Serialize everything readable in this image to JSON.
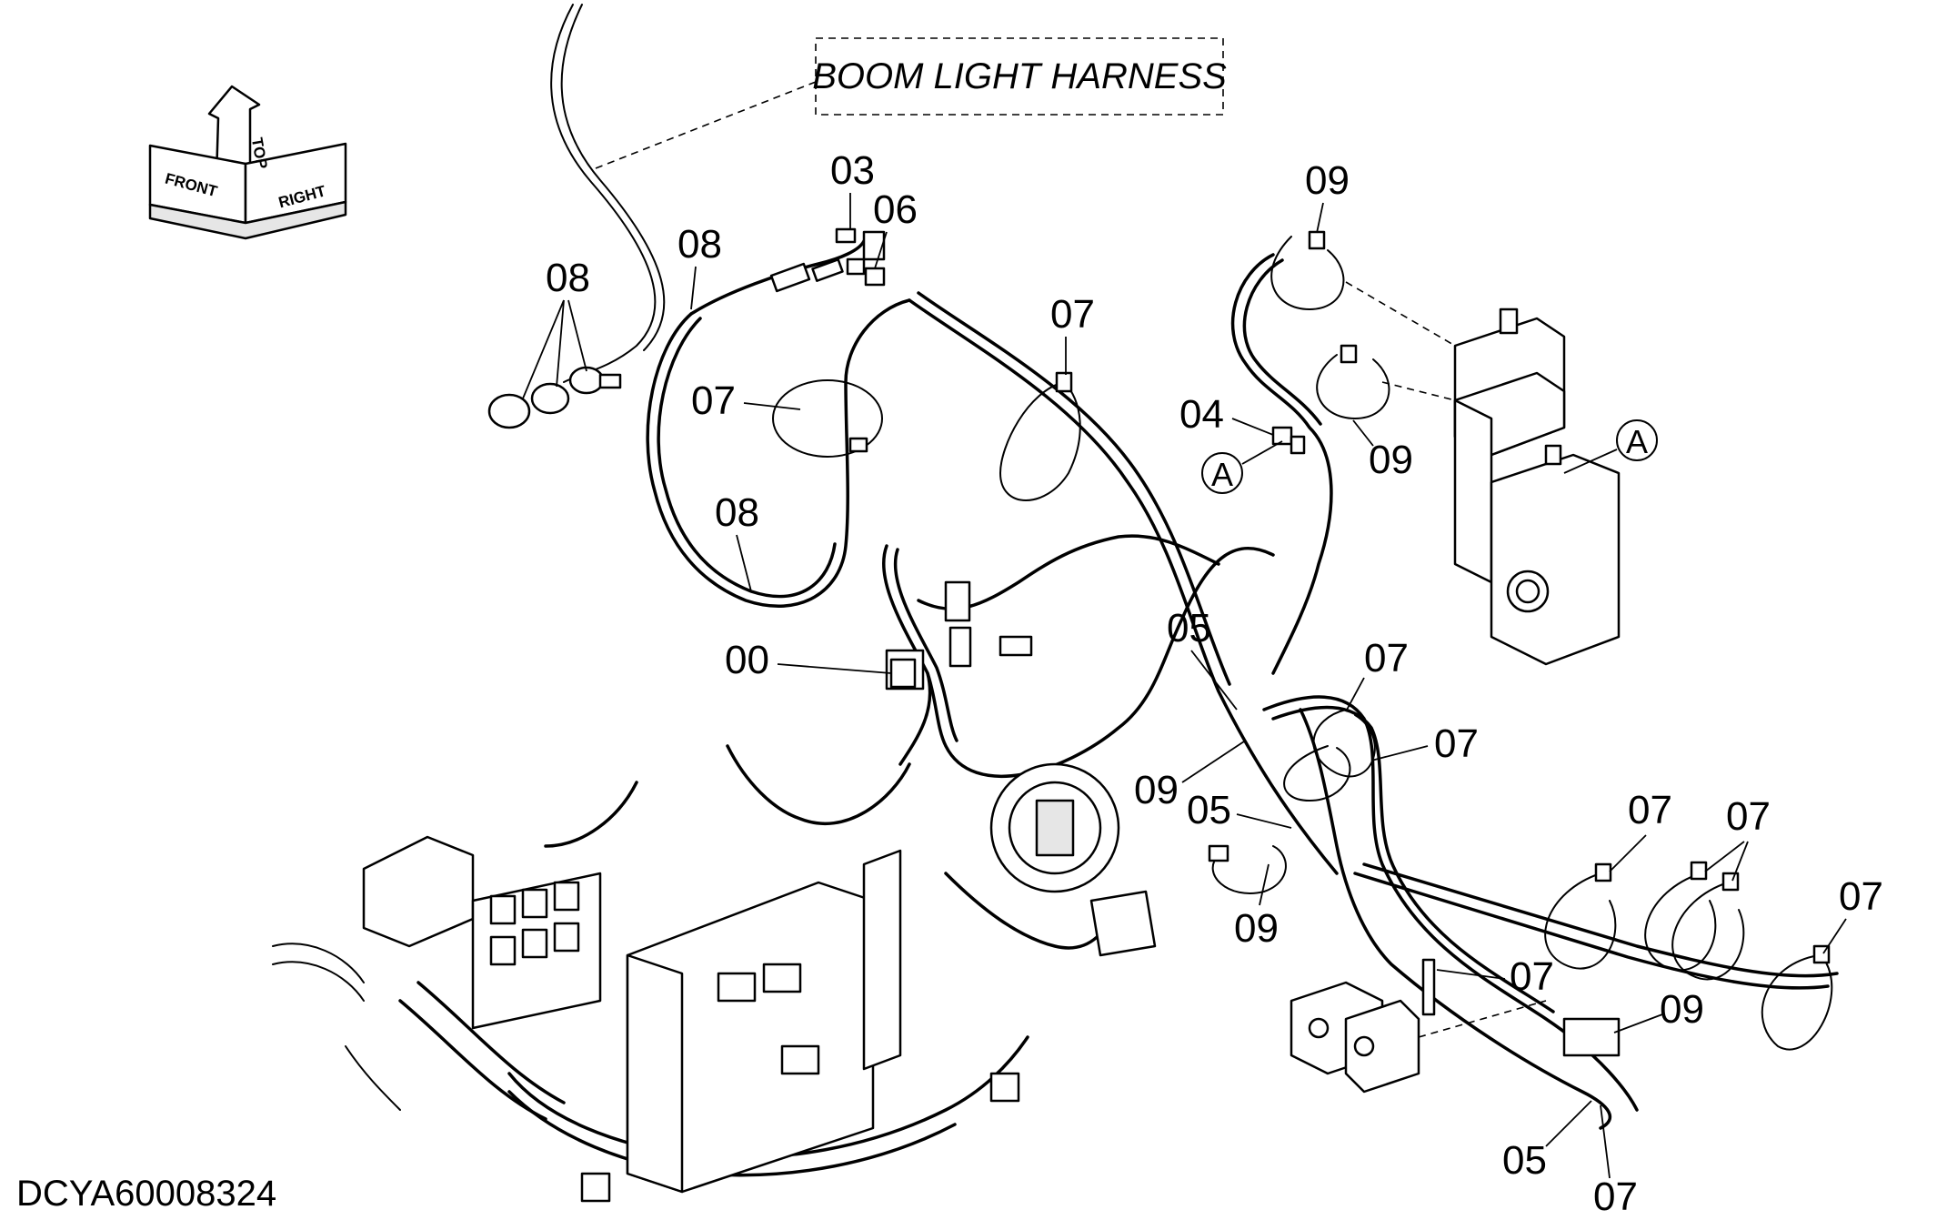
{
  "title_box": {
    "label": "BOOM LIGHT HARNESS"
  },
  "orientation_indicator": {
    "front": "FRONT",
    "top": "TOP",
    "right": "RIGHT"
  },
  "drawing_id": "DCYA60008324",
  "reference_marks": [
    "A",
    "A"
  ],
  "callouts": [
    "08",
    "08",
    "03",
    "06",
    "07",
    "07",
    "08",
    "00",
    "09",
    "04",
    "09",
    "05",
    "07",
    "07",
    "09",
    "05",
    "09",
    "07",
    "07",
    "07",
    "07",
    "09",
    "05",
    "07"
  ]
}
